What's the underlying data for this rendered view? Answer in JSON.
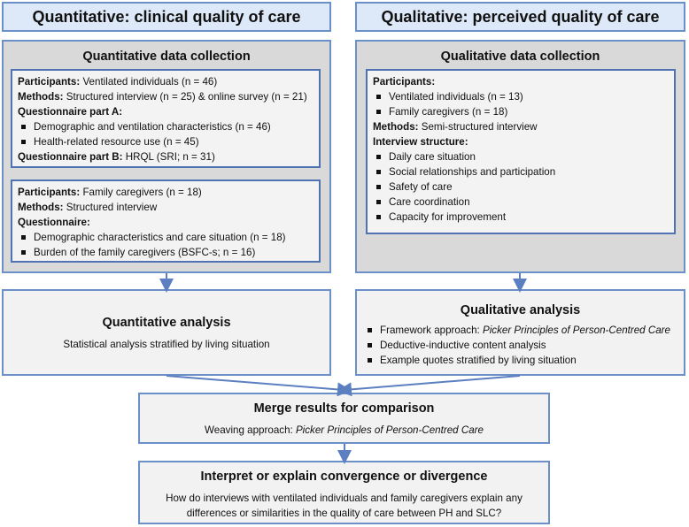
{
  "headers": {
    "left": "Quantitative: clinical quality of care",
    "right": "Qualitative: perceived quality of care"
  },
  "quant_collection": {
    "title": "Quantitative data collection",
    "box1": {
      "participants_label": "Participants:",
      "participants_value": " Ventilated individuals (n = 46)",
      "methods_label": "Methods:",
      "methods_value": " Structured interview (n = 25) & online survey (n = 21)",
      "qa_label": "Questionnaire part A:",
      "qa_items": [
        "Demographic and ventilation characteristics (n = 46)",
        "Health-related resource use (n = 45)"
      ],
      "qb_label": "Questionnaire part B:",
      "qb_value": " HRQL (SRI; n = 31)"
    },
    "box2": {
      "participants_label": "Participants:",
      "participants_value": " Family caregivers (n = 18)",
      "methods_label": "Methods:",
      "methods_value": " Structured interview",
      "q_label": "Questionnaire:",
      "q_items": [
        "Demographic characteristics and care situation (n = 18)",
        "Burden of the family caregivers (BSFC-s; n = 16)"
      ]
    }
  },
  "qual_collection": {
    "title": "Qualitative data collection",
    "participants_label": "Participants:",
    "participants_items": [
      "Ventilated individuals (n = 13)",
      "Family caregivers (n = 18)"
    ],
    "methods_label": "Methods:",
    "methods_value": " Semi-structured interview",
    "structure_label": "Interview structure:",
    "structure_items": [
      "Daily care situation",
      "Social relationships and participation",
      "Safety of care",
      "Care coordination",
      "Capacity for improvement"
    ]
  },
  "quant_analysis": {
    "title": "Quantitative analysis",
    "text": "Statistical analysis stratified by living situation"
  },
  "qual_analysis": {
    "title": "Qualitative analysis",
    "item1_prefix": "Framework approach: ",
    "item1_italic": "Picker Principles of Person-Centred Care",
    "item2": "Deductive-inductive content analysis",
    "item3": "Example quotes stratified by living situation"
  },
  "merge": {
    "title": "Merge results for comparison",
    "text_prefix": "Weaving approach: ",
    "text_italic": "Picker Principles of Person-Centred Care"
  },
  "interpret": {
    "title": "Interpret or explain convergence or divergence",
    "line1": "How do interviews with ventilated individuals and family caregivers explain any",
    "line2": "differences or similarities in the quality of care between PH and SLC?"
  },
  "colors": {
    "header_fill": "#dde9f8",
    "border": "#6b8fc7",
    "grey_fill": "#d9d9d9",
    "arrow": "#5b7fc0"
  }
}
